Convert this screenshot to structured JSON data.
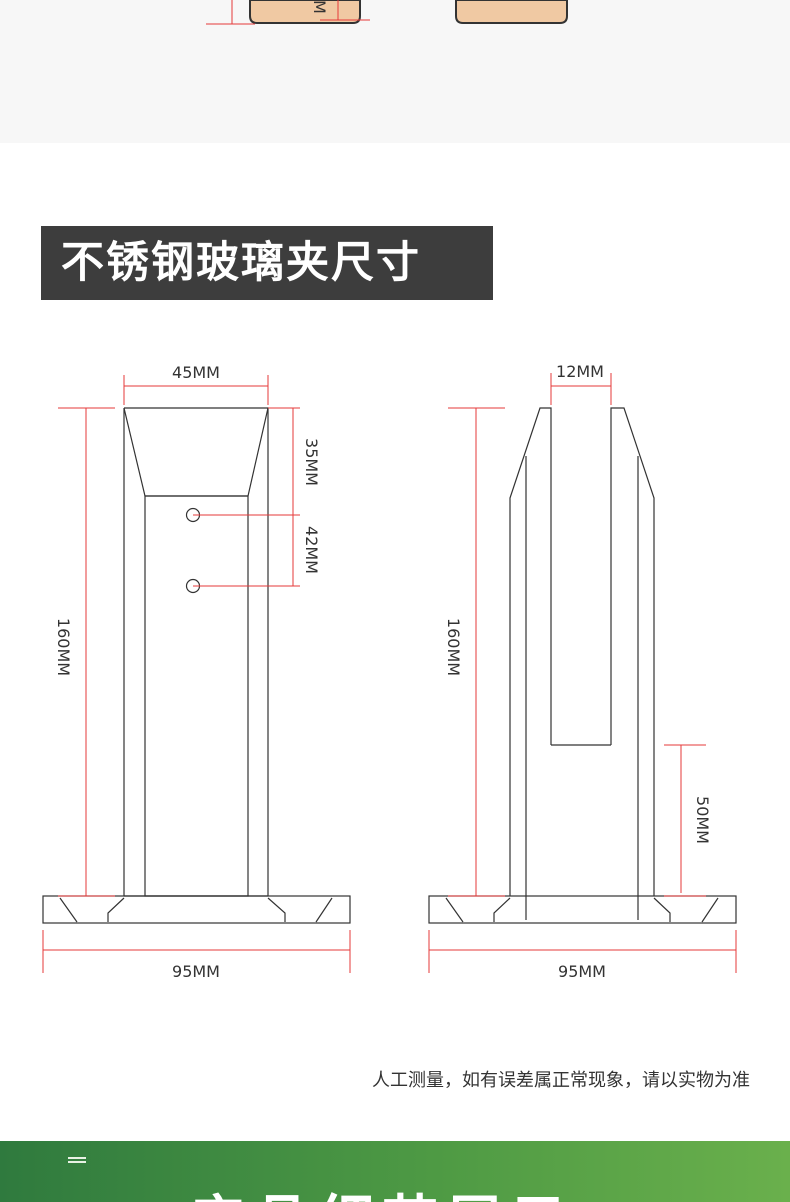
{
  "top_section": {
    "cropped_label": "M"
  },
  "title": "不锈钢玻璃夹尺寸",
  "left_diagram": {
    "width_label": "45MM",
    "upper_label": "35MM",
    "hole_spacing_label": "42MM",
    "height_label": "160MM",
    "base_label": "95MM"
  },
  "right_diagram": {
    "slot_label": "12MM",
    "height_label": "160MM",
    "slot_bottom_label": "50MM",
    "base_label": "95MM"
  },
  "footnote": "人工测量，如有误差属正常现象，请以实物为准",
  "bottom_banner": {
    "heading": "产品细节展示"
  },
  "colors": {
    "title_bg": "#3d3d3d",
    "dimension_line": "#e63a3a",
    "outline": "#333333",
    "banner_start": "#2f7a3e",
    "banner_end": "#6ab04c",
    "wood": "#f0c9a3"
  }
}
